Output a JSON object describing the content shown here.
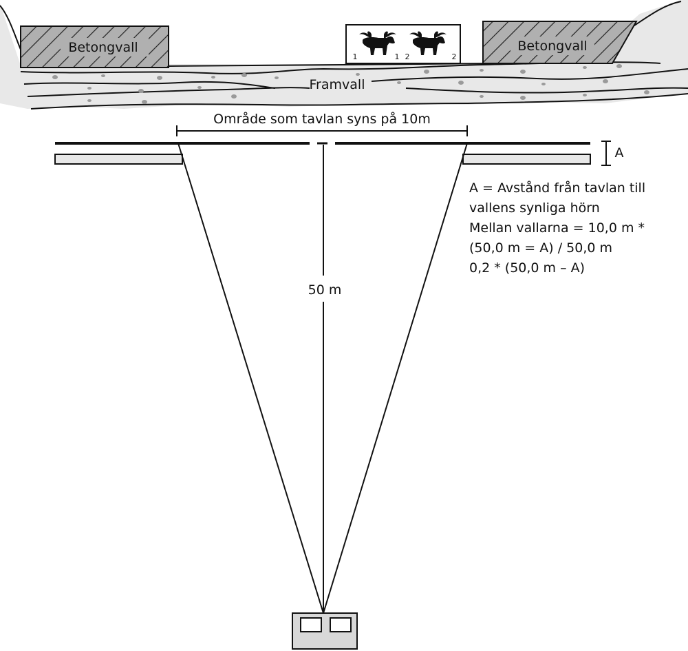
{
  "labels": {
    "wall_left": "Betongvall",
    "wall_right": "Betongvall",
    "embankment": "Framvall",
    "visible_area": "Område som tavlan syns på 10m",
    "distance": "50 m",
    "a_marker": "A"
  },
  "target_numbers": [
    "1",
    "1",
    "2",
    "2"
  ],
  "notes": [
    "A = Avstånd från tavlan till",
    "vallens synliga hörn",
    "Mellan vallarna = 10,0 m *",
    "(50,0 m = A) / 50,0 m",
    "0,2 * (50,0 m – A)"
  ],
  "colors": {
    "embankment_fill": "#e8e8e8",
    "wall_fill": "#b0b0b0",
    "line": "#111111",
    "stone": "#9a9a9a"
  }
}
